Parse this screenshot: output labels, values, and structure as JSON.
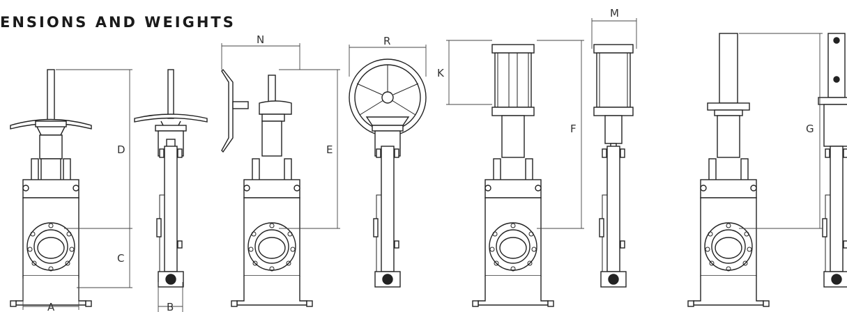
{
  "title": "ENSIONS AND WEIGHTS",
  "labels": {
    "a": "A",
    "b": "B",
    "c": "C",
    "d": "D",
    "e": "E",
    "f": "F",
    "g": "G",
    "k": "K",
    "m": "M",
    "n": "N",
    "r": "R"
  },
  "views": [
    "handwheel-front",
    "handwheel-side",
    "gearbox-front",
    "gearbox-side",
    "pneumatic-front",
    "pneumatic-side",
    "bare-stem-front",
    "bare-stem-side"
  ]
}
